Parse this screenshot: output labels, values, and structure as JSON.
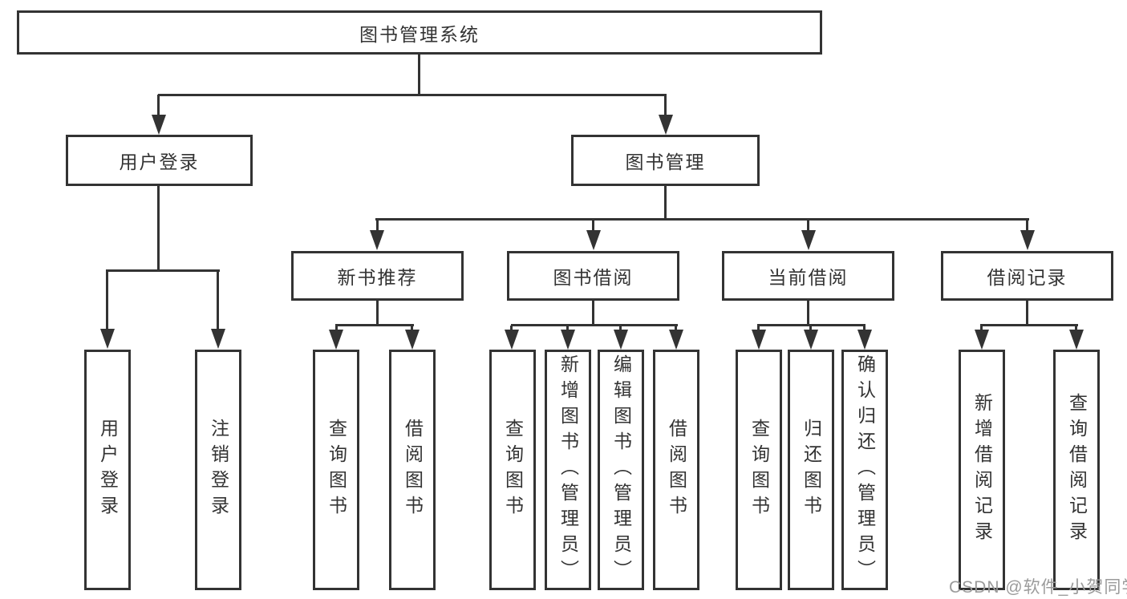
{
  "diagram": {
    "root": {
      "label": "图书管理系统"
    },
    "level2": [
      {
        "label": "用户登录"
      },
      {
        "label": "图书管理"
      }
    ],
    "level3": [
      {
        "label": "新书推荐"
      },
      {
        "label": "图书借阅"
      },
      {
        "label": "当前借阅"
      },
      {
        "label": "借阅记录"
      }
    ],
    "leaves": {
      "user_login": [
        "用户登录",
        "注销登录"
      ],
      "new_books": [
        "查询图书",
        "借阅图书"
      ],
      "book_borrow": [
        "查询图书",
        "新增图书（管理员）",
        "编辑图书（管理员）",
        "借阅图书"
      ],
      "current_borrow": [
        "查询图书",
        "归还图书",
        "确认归还（管理员）"
      ],
      "borrow_records": [
        "新增借阅记录",
        "查询借阅记录"
      ]
    }
  },
  "watermark": "CSDN @软件_小贺同学",
  "colors": {
    "line": "#333333",
    "text": "#333333",
    "box_background": "#ffffff",
    "watermark": "#9b9b9b",
    "page_background": "#ffffff"
  }
}
